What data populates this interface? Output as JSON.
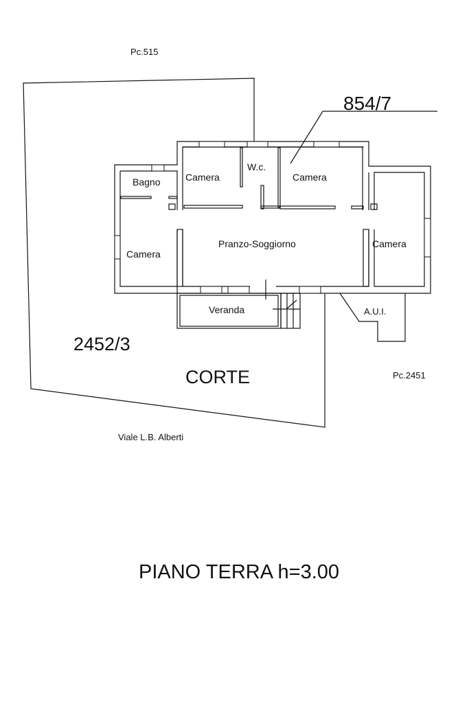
{
  "labels": {
    "parcel_north": "Pc.515",
    "parcel_main": "854/7",
    "parcel_court": "2452/3",
    "court": "CORTE",
    "parcel_east": "Pc.2451",
    "street": "Viale L.B. Alberti",
    "aui": "A.U.I.",
    "title": "PIANO TERRA h=3.00"
  },
  "rooms": {
    "bagno": "Bagno",
    "camera_nw": "Camera",
    "wc": "W.c.",
    "camera_ne": "Camera",
    "camera_w": "Camera",
    "living": "Pranzo-Soggiorno",
    "camera_e": "Camera",
    "veranda": "Veranda"
  }
}
